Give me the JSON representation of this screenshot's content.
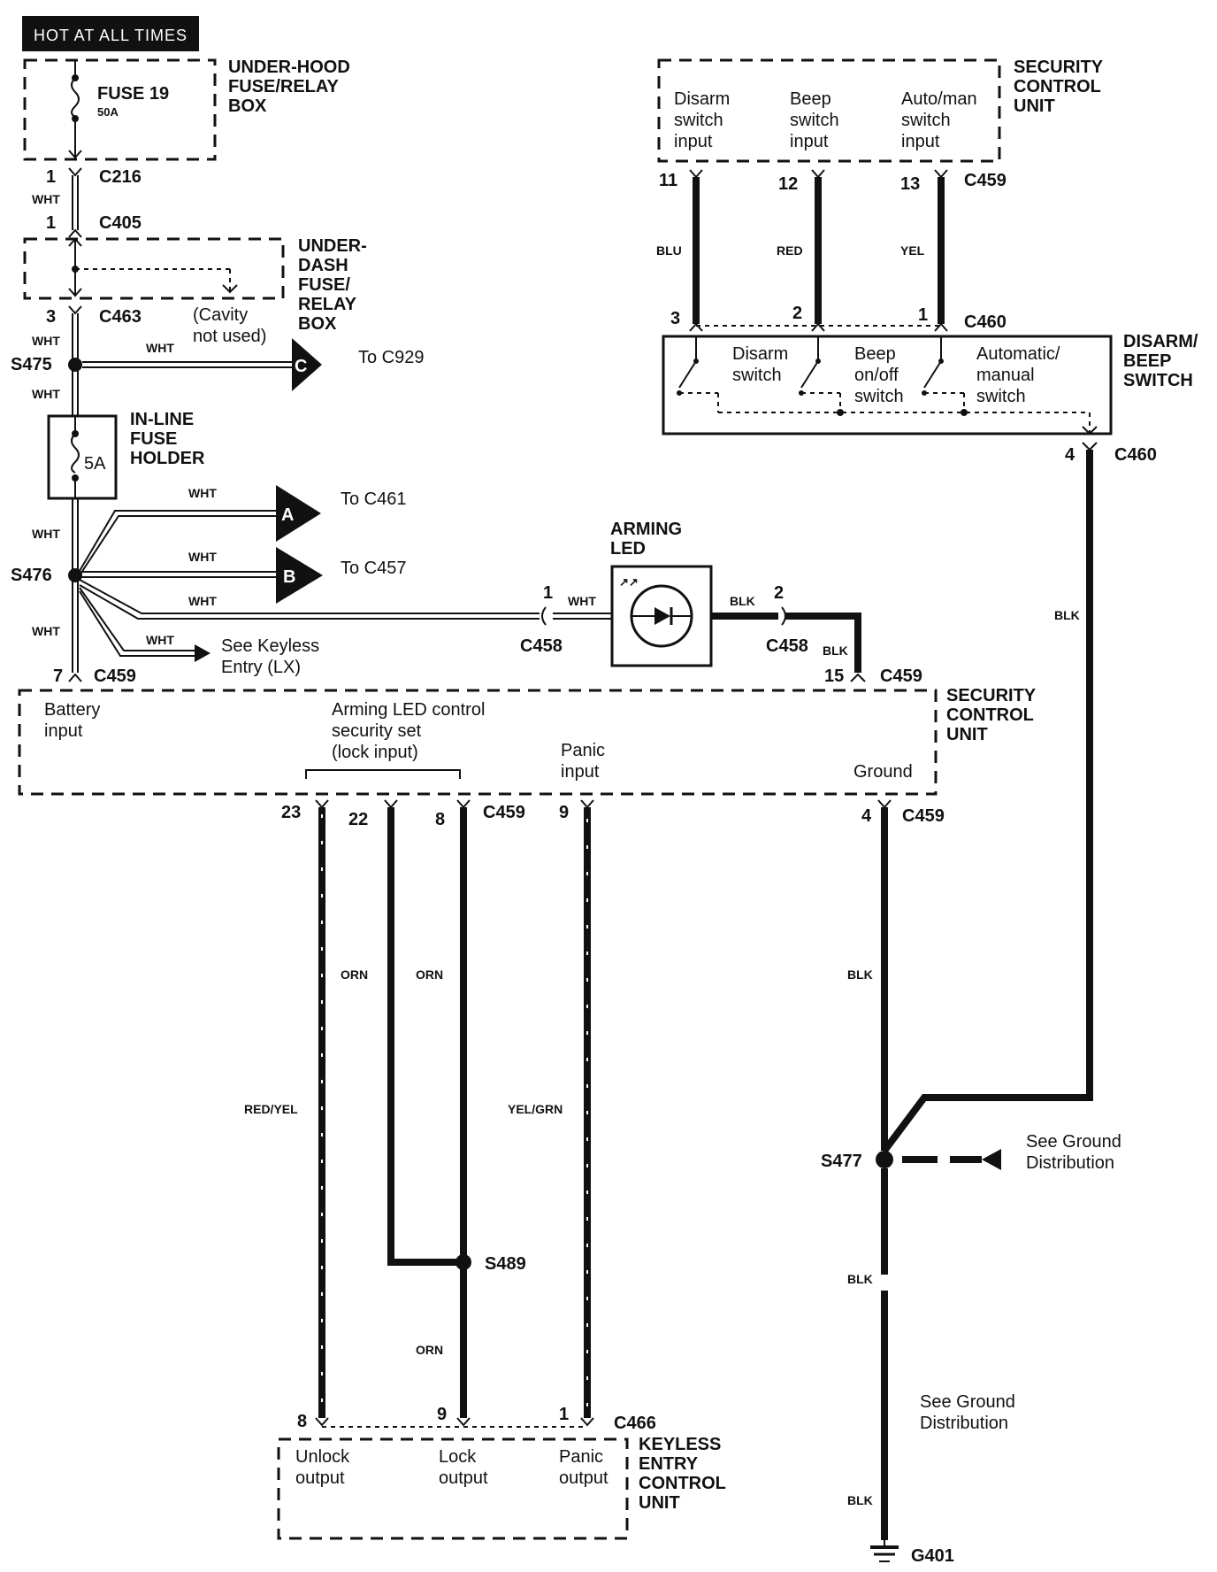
{
  "header": {
    "hot_label": "HOT AT ALL TIMES"
  },
  "components": {
    "underhood_box": {
      "line1": "UNDER-HOOD",
      "line2": "FUSE/RELAY",
      "line3": "BOX"
    },
    "fuse19": {
      "name": "FUSE 19",
      "rating": "50A"
    },
    "underdash_box": {
      "line1": "UNDER-",
      "line2": "DASH",
      "line3": "FUSE/",
      "line4": "RELAY",
      "line5": "BOX"
    },
    "cavity_note": {
      "line1": "(Cavity",
      "line2": "not used)"
    },
    "inline_fuse": {
      "line1": "IN-LINE",
      "line2": "FUSE",
      "line3": "HOLDER",
      "rating": "5A"
    },
    "security_unit_top": {
      "line1": "SECURITY",
      "line2": "CONTROL",
      "line3": "UNIT",
      "inputs": [
        {
          "l1": "Disarm",
          "l2": "switch",
          "l3": "input"
        },
        {
          "l1": "Beep",
          "l2": "switch",
          "l3": "input"
        },
        {
          "l1": "Auto/man",
          "l2": "switch",
          "l3": "input"
        }
      ]
    },
    "disarm_switch": {
      "line1": "DISARM/",
      "line2": "BEEP",
      "line3": "SWITCH",
      "switches": [
        {
          "l1": "Disarm",
          "l2": "switch",
          "l3": ""
        },
        {
          "l1": "Beep",
          "l2": "on/off",
          "l3": "switch"
        },
        {
          "l1": "Automatic/",
          "l2": "manual",
          "l3": "switch"
        }
      ]
    },
    "arming_led": {
      "line1": "ARMING",
      "line2": "LED"
    },
    "security_unit_main": {
      "line1": "SECURITY",
      "line2": "CONTROL",
      "line3": "UNIT",
      "battery_l1": "Battery",
      "battery_l2": "input",
      "arming_l1": "Arming LED control",
      "arming_l2": "security set",
      "arming_l3": "(lock input)",
      "panic_l1": "Panic",
      "panic_l2": "input",
      "ground": "Ground"
    },
    "keyless_unit": {
      "line1": "KEYLESS",
      "line2": "ENTRY",
      "line3": "CONTROL",
      "line4": "UNIT",
      "unlock_l1": "Unlock",
      "unlock_l2": "output",
      "lock_l1": "Lock",
      "lock_l2": "output",
      "panic_l1": "Panic",
      "panic_l2": "output"
    }
  },
  "connectors": {
    "c216": "C216",
    "c405": "C405",
    "c463": "C463",
    "c459": "C459",
    "c460": "C460",
    "c458": "C458",
    "c466": "C466",
    "g401": "G401"
  },
  "splices": {
    "s475": "S475",
    "s476": "S476",
    "s477": "S477",
    "s489": "S489"
  },
  "offpage": {
    "c": {
      "letter": "C",
      "text": "To C929"
    },
    "a": {
      "letter": "A",
      "text": "To C461"
    },
    "b": {
      "letter": "B",
      "text": "To C457"
    },
    "keyless": {
      "l1": "See Keyless",
      "l2": "Entry (LX)"
    }
  },
  "ground_notes": {
    "g1_l1": "See Ground",
    "g1_l2": "Distribution",
    "g2_l1": "See Ground",
    "g2_l2": "Distribution"
  },
  "pins": {
    "p1a": "1",
    "p1b": "1",
    "p3": "3",
    "p7": "7",
    "p11": "11",
    "p12": "12",
    "p13": "13",
    "p3b": "3",
    "p2b": "2",
    "p1c": "1",
    "p4a": "4",
    "led1": "1",
    "led2": "2",
    "p15": "15",
    "p23": "23",
    "p22": "22",
    "p8": "8",
    "p9": "9",
    "p4b": "4",
    "k8": "8",
    "k9": "9",
    "k1": "1"
  },
  "wires": {
    "wht": "WHT",
    "blu": "BLU",
    "red": "RED",
    "yel": "YEL",
    "blk": "BLK",
    "orn": "ORN",
    "redyel": "RED/YEL",
    "yelgrn": "YEL/GRN"
  }
}
